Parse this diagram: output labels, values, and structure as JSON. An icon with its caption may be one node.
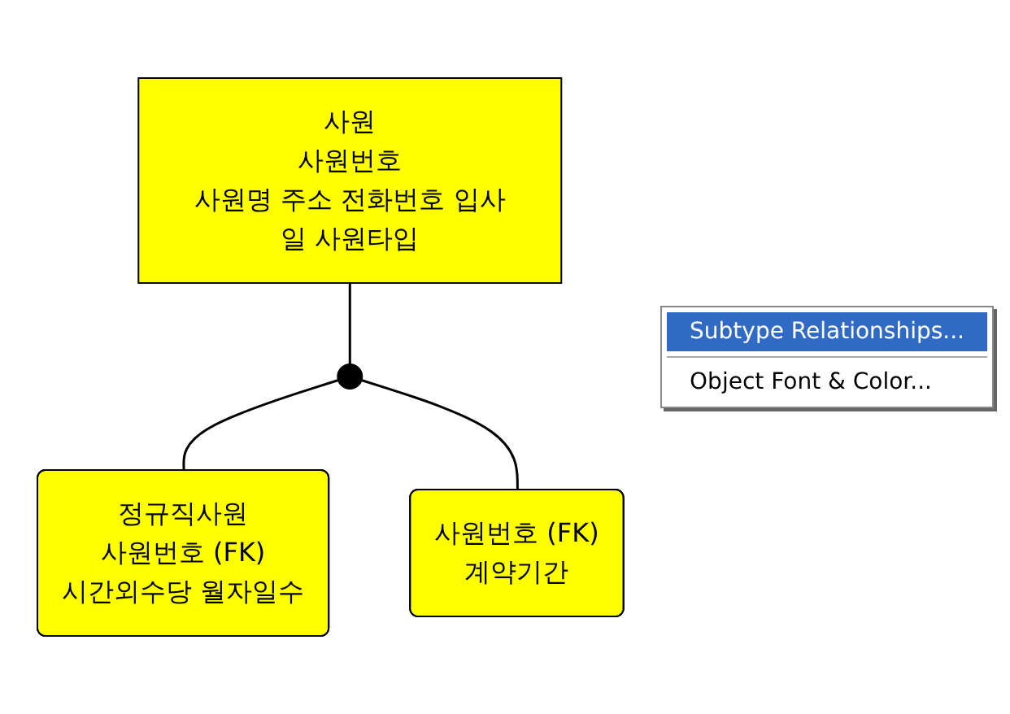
{
  "diagram": {
    "nodes": [
      {
        "text": [
          "사원",
          "사원번호",
          "사원명 주소 전화번호 입사일 사원타입"
        ]
      },
      {
        "text": [],
        "shape": "circle"
      },
      {
        "text": [
          "정규직사원",
          "사원번호 (FK)",
          "시간외수당 월자일수"
        ]
      },
      {
        "text": [
          "사원번호 (FK)",
          "계약기간"
        ]
      }
    ],
    "edges": [
      {
        "from": 0,
        "to": 1,
        "arrow": "none"
      },
      {
        "from": 1,
        "to": 2,
        "arrow": "none"
      },
      {
        "from": 1,
        "to": 3,
        "arrow": "none"
      }
    ],
    "labels": [
      "Subtype Relationships...",
      "Object Font & Color..."
    ]
  }
}
